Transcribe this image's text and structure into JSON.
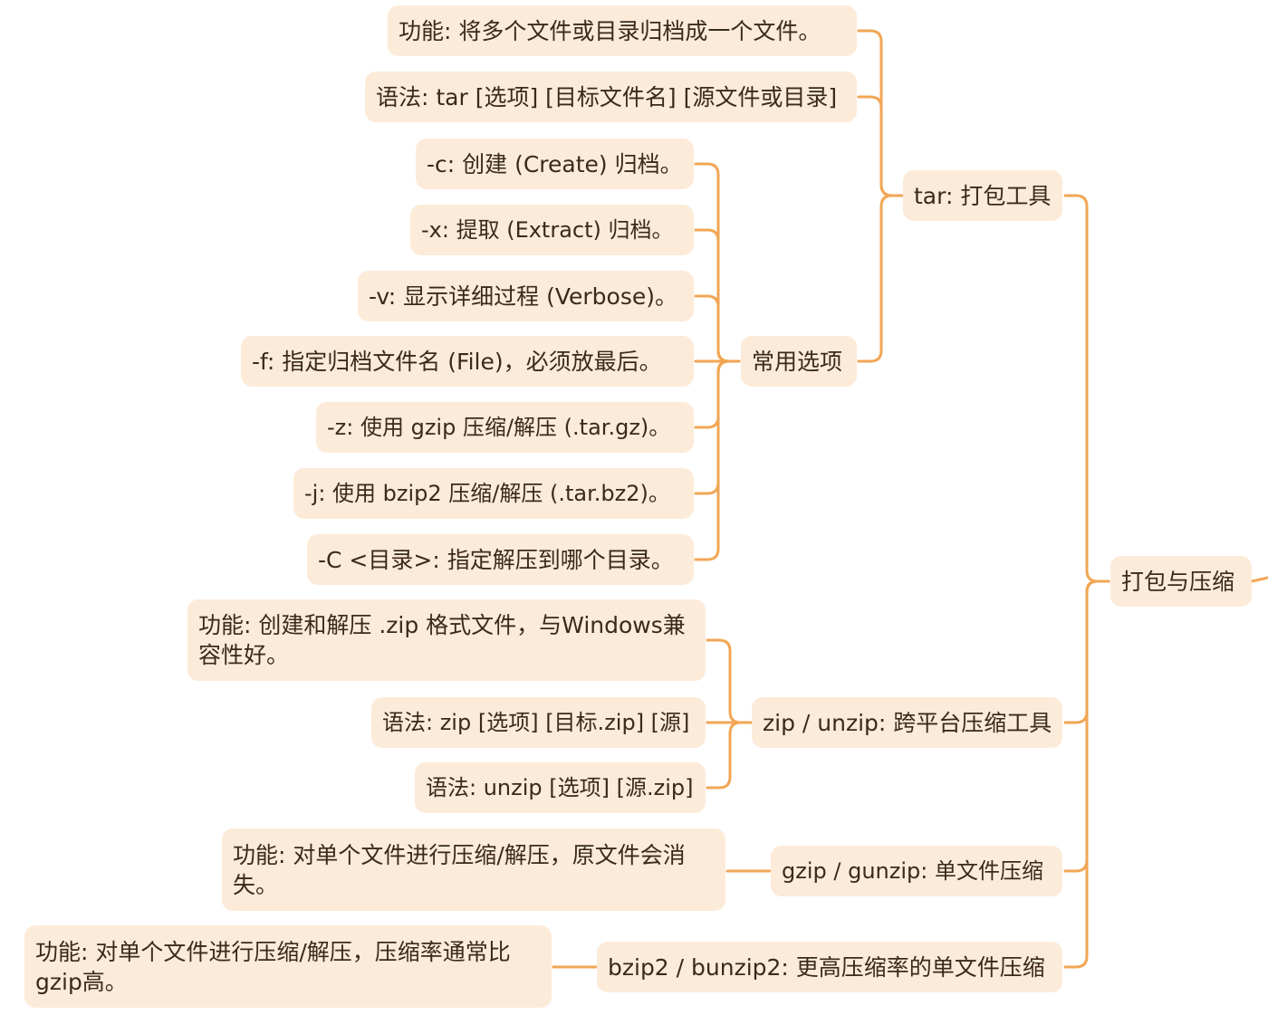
{
  "mindmap": {
    "root": "打包与压缩",
    "tar": {
      "title": "tar: 打包工具",
      "function": "功能: 将多个文件或目录归档成一个文件。",
      "syntax": "语法: tar [选项] [目标文件名] [源文件或目录]",
      "options_title": "常用选项",
      "options": [
        "-c: 创建 (Create) 归档。",
        "-x: 提取 (Extract) 归档。",
        "-v: 显示详细过程 (Verbose)。",
        "-f: 指定归档文件名 (File)，必须放最后。",
        "-z: 使用 gzip 压缩/解压 (.tar.gz)。",
        "-j: 使用 bzip2 压缩/解压 (.tar.bz2)。",
        "-C <目录>: 指定解压到哪个目录。"
      ]
    },
    "zip": {
      "title": "zip / unzip: 跨平台压缩工具",
      "function": "功能: 创建和解压 .zip 格式文件，与Windows兼容性好。",
      "syntax_zip": "语法: zip [选项] [目标.zip] [源]",
      "syntax_unzip": "语法: unzip [选项] [源.zip]"
    },
    "gzip": {
      "title": "gzip / gunzip: 单文件压缩",
      "function": "功能: 对单个文件进行压缩/解压，原文件会消失。"
    },
    "bzip2": {
      "title": "bzip2 / bunzip2: 更高压缩率的单文件压缩",
      "function": "功能: 对单个文件进行压缩/解压，压缩率通常比gzip高。"
    }
  },
  "colors": {
    "node_fill": "#fdebd9",
    "connector": "#f2a654",
    "text": "#3a2a1a"
  }
}
